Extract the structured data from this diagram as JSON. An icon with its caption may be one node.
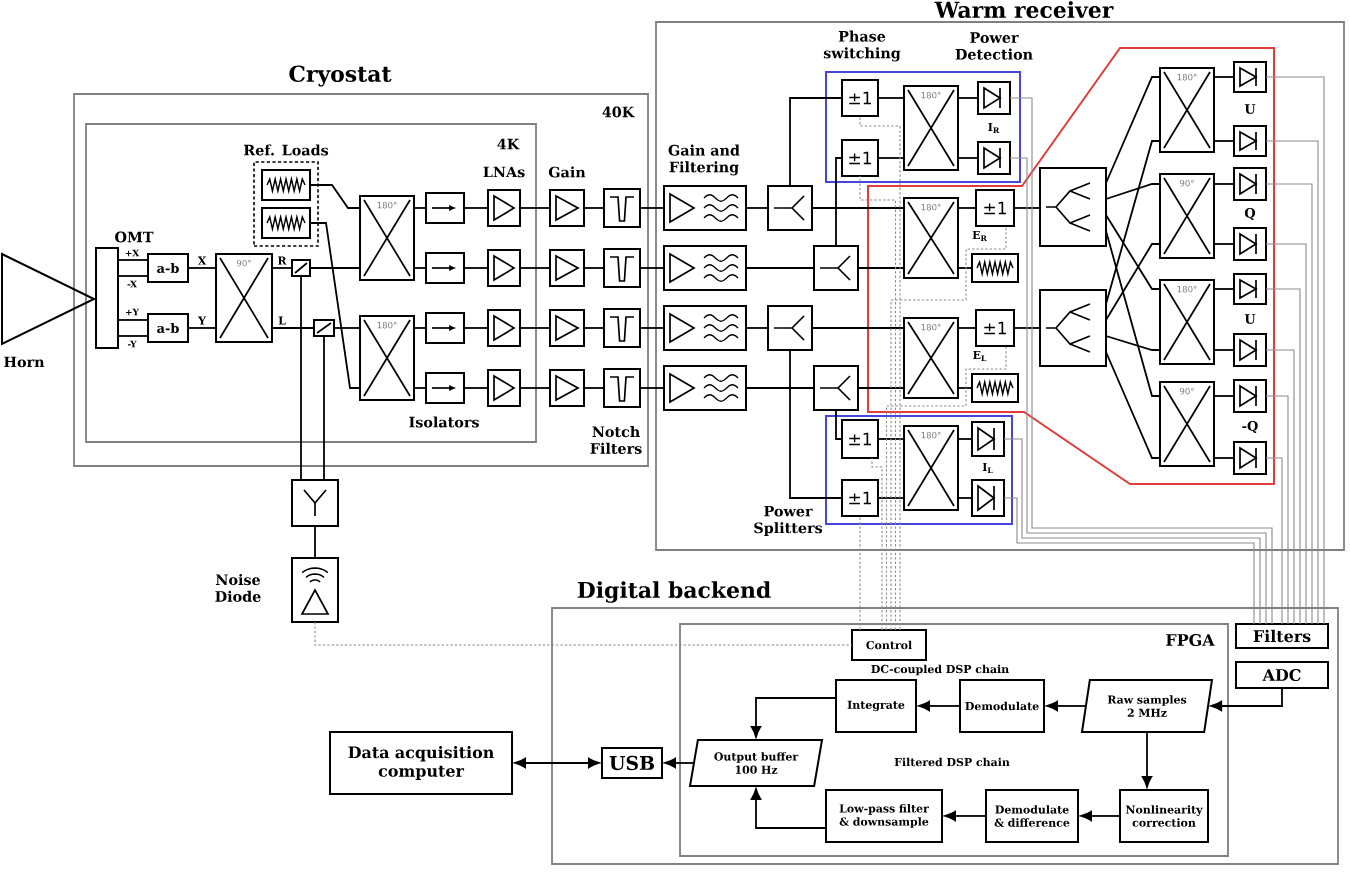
{
  "diagram": {
    "nodes": [
      {
        "text": [
          "Cryostat",
          "40K"
        ]
      },
      {
        "text": [
          "4K"
        ],
        "in": 0
      },
      {
        "text": [],
        "shape": "triangle",
        "beside": [
          "Horn"
        ]
      },
      {
        "text": [
          "OMT"
        ],
        "in": 1
      },
      {
        "text": [
          "a-b"
        ],
        "in": 1
      },
      {
        "text": [
          "a-b"
        ],
        "in": 1
      },
      {
        "text": [
          "90°"
        ],
        "in": 1
      },
      {
        "text": [
          "Ref. Loads"
        ],
        "in": 1
      },
      {
        "text": [],
        "shape": "box",
        "in": 7
      },
      {
        "text": [],
        "shape": "box",
        "in": 7
      },
      {
        "text": [],
        "shape": "box",
        "in": 1
      },
      {
        "text": [],
        "shape": "box",
        "in": 1
      },
      {
        "text": [
          "180°"
        ],
        "in": 1
      },
      {
        "text": [
          "180°"
        ],
        "in": 1
      },
      {
        "text": [],
        "shape": "box",
        "in": 1
      },
      {
        "text": [],
        "shape": "box",
        "in": 1
      },
      {
        "text": [],
        "shape": "box",
        "in": 1
      },
      {
        "text": [],
        "shape": "box",
        "in": 1
      },
      {
        "text": [],
        "shape": "box",
        "in": 1
      },
      {
        "text": [],
        "shape": "box",
        "in": 1
      },
      {
        "text": [],
        "shape": "box",
        "in": 1
      },
      {
        "text": [],
        "shape": "box",
        "in": 1
      },
      {
        "text": [],
        "shape": "box",
        "in": 0
      },
      {
        "text": [],
        "shape": "box",
        "in": 0
      },
      {
        "text": [],
        "shape": "box",
        "in": 0
      },
      {
        "text": [],
        "shape": "box",
        "in": 0
      },
      {
        "text": [],
        "shape": "box",
        "in": 0
      },
      {
        "text": [],
        "shape": "box",
        "in": 0
      },
      {
        "text": [],
        "shape": "box",
        "in": 0
      },
      {
        "text": [],
        "shape": "box",
        "in": 0
      },
      {
        "text": [
          "Warm receiver"
        ]
      },
      {
        "text": [],
        "shape": "box",
        "in": 30
      },
      {
        "text": [],
        "shape": "box",
        "in": 30
      },
      {
        "text": [],
        "shape": "box",
        "in": 30
      },
      {
        "text": [],
        "shape": "box",
        "in": 30
      },
      {
        "text": [],
        "shape": "box",
        "in": 30
      },
      {
        "text": [],
        "shape": "box",
        "in": 30
      },
      {
        "text": [],
        "shape": "box",
        "in": 30
      },
      {
        "text": [],
        "shape": "box",
        "in": 30
      },
      {
        "text": [],
        "shape": "box",
        "in": 30
      },
      {
        "text": [
          "±1"
        ],
        "in": 39
      },
      {
        "text": [
          "±1"
        ],
        "in": 39
      },
      {
        "text": [
          "180°"
        ],
        "in": 39
      },
      {
        "text": [],
        "shape": "box",
        "in": 39
      },
      {
        "text": [],
        "shape": "box",
        "in": 39
      },
      {
        "text": [],
        "shape": "polygon",
        "in": 30
      },
      {
        "text": [
          "180°"
        ],
        "in": 45
      },
      {
        "text": [
          "±1"
        ],
        "in": 45
      },
      {
        "text": [],
        "shape": "box",
        "in": 45
      },
      {
        "text": [
          "180°"
        ],
        "in": 45
      },
      {
        "text": [
          "±1"
        ],
        "in": 45
      },
      {
        "text": [],
        "shape": "box",
        "in": 45
      },
      {
        "text": [],
        "shape": "box",
        "in": 45
      },
      {
        "text": [],
        "shape": "box",
        "in": 45
      },
      {
        "text": [
          "180°"
        ],
        "in": 45
      },
      {
        "text": [
          "90°"
        ],
        "in": 45
      },
      {
        "text": [
          "180°"
        ],
        "in": 45
      },
      {
        "text": [
          "90°"
        ],
        "in": 45
      },
      {
        "text": [],
        "shape": "box",
        "in": 45
      },
      {
        "text": [],
        "shape": "box",
        "in": 45
      },
      {
        "text": [],
        "shape": "box",
        "in": 45
      },
      {
        "text": [],
        "shape": "box",
        "in": 45
      },
      {
        "text": [],
        "shape": "box",
        "in": 45
      },
      {
        "text": [],
        "shape": "box",
        "in": 45
      },
      {
        "text": [],
        "shape": "box",
        "in": 45
      },
      {
        "text": [],
        "shape": "box",
        "in": 45
      },
      {
        "text": [],
        "shape": "box",
        "in": 30
      },
      {
        "text": [
          "±1"
        ],
        "in": 66
      },
      {
        "text": [
          "±1"
        ],
        "in": 66
      },
      {
        "text": [
          "180°"
        ],
        "in": 66
      },
      {
        "text": [],
        "shape": "box",
        "in": 66
      },
      {
        "text": [],
        "shape": "box",
        "in": 66
      },
      {
        "text": [],
        "shape": "box"
      },
      {
        "text": [],
        "shape": "box",
        "beside": [
          "Noise Diode"
        ]
      },
      {
        "text": [
          "Digital backend"
        ]
      },
      {
        "text": [
          "FPGA"
        ],
        "in": 74
      },
      {
        "text": [
          "Control"
        ],
        "in": 75
      },
      {
        "text": [
          "Integrate"
        ],
        "in": 75
      },
      {
        "text": [
          "Demodulate"
        ],
        "in": 75
      },
      {
        "text": [
          "Raw samples 2 MHz"
        ],
        "in": 75
      },
      {
        "text": [
          "Output buffer 100 Hz"
        ],
        "in": 75
      },
      {
        "text": [
          "Low-pass filter & downsample"
        ],
        "in": 75
      },
      {
        "text": [
          "Demodulate & difference"
        ],
        "in": 75
      },
      {
        "text": [
          "Nonlinearity correction"
        ],
        "in": 75
      },
      {
        "text": [
          "Filters"
        ],
        "in": 74
      },
      {
        "text": [
          "ADC"
        ],
        "in": 74
      },
      {
        "text": [
          "USB"
        ],
        "in": 74
      },
      {
        "text": [
          "Data acquisition computer"
        ]
      }
    ],
    "edges": [
      {
        "from": 3,
        "to": 4,
        "arrow": "none"
      },
      {
        "from": 3,
        "to": 4,
        "arrow": "none"
      },
      {
        "from": 3,
        "to": 5,
        "arrow": "none"
      },
      {
        "from": 3,
        "to": 5,
        "arrow": "none"
      },
      {
        "from": 4,
        "to": 6,
        "arrow": "none",
        "label": "X"
      },
      {
        "from": 5,
        "to": 6,
        "arrow": "none",
        "label": "Y"
      },
      {
        "from": 6,
        "to": 10,
        "arrow": "none",
        "label": "R"
      },
      {
        "from": 6,
        "to": 11,
        "arrow": "none",
        "label": "L"
      },
      {
        "from": 10,
        "to": 12,
        "arrow": "none"
      },
      {
        "from": 11,
        "to": 13,
        "arrow": "none"
      },
      {
        "from": 8,
        "to": 12,
        "arrow": "none"
      },
      {
        "from": 9,
        "to": 13,
        "arrow": "none"
      },
      {
        "from": 12,
        "to": 14,
        "arrow": "none"
      },
      {
        "from": 12,
        "to": 15,
        "arrow": "none"
      },
      {
        "from": 13,
        "to": 16,
        "arrow": "none"
      },
      {
        "from": 13,
        "to": 17,
        "arrow": "none"
      },
      {
        "from": 14,
        "to": 18,
        "arrow": "none"
      },
      {
        "from": 15,
        "to": 19,
        "arrow": "none"
      },
      {
        "from": 16,
        "to": 20,
        "arrow": "none"
      },
      {
        "from": 17,
        "to": 21,
        "arrow": "none"
      },
      {
        "from": 18,
        "to": 22,
        "arrow": "none"
      },
      {
        "from": 19,
        "to": 23,
        "arrow": "none"
      },
      {
        "from": 20,
        "to": 24,
        "arrow": "none"
      },
      {
        "from": 21,
        "to": 25,
        "arrow": "none"
      },
      {
        "from": 22,
        "to": 26,
        "arrow": "none"
      },
      {
        "from": 23,
        "to": 27,
        "arrow": "none"
      },
      {
        "from": 24,
        "to": 28,
        "arrow": "none"
      },
      {
        "from": 25,
        "to": 29,
        "arrow": "none"
      },
      {
        "from": 26,
        "to": 31,
        "arrow": "none"
      },
      {
        "from": 27,
        "to": 32,
        "arrow": "none"
      },
      {
        "from": 28,
        "to": 33,
        "arrow": "none"
      },
      {
        "from": 29,
        "to": 34,
        "arrow": "none"
      },
      {
        "from": 31,
        "to": 35,
        "arrow": "none"
      },
      {
        "from": 32,
        "to": 36,
        "arrow": "none"
      },
      {
        "from": 33,
        "to": 37,
        "arrow": "none"
      },
      {
        "from": 34,
        "to": 38,
        "arrow": "none"
      },
      {
        "from": 10,
        "to": 72,
        "arrow": "none"
      },
      {
        "from": 11,
        "to": 72,
        "arrow": "none"
      },
      {
        "from": 72,
        "to": 73,
        "arrow": "none"
      },
      {
        "from": 35,
        "to": 40,
        "arrow": "none"
      },
      {
        "from": 35,
        "to": 46,
        "arrow": "none"
      },
      {
        "from": 36,
        "to": 41,
        "arrow": "none"
      },
      {
        "from": 36,
        "to": 46,
        "arrow": "none"
      },
      {
        "from": 37,
        "to": 49,
        "arrow": "none"
      },
      {
        "from": 37,
        "to": 68,
        "arrow": "none"
      },
      {
        "from": 38,
        "to": 49,
        "arrow": "none"
      },
      {
        "from": 38,
        "to": 67,
        "arrow": "none"
      },
      {
        "from": 40,
        "to": 42,
        "arrow": "none"
      },
      {
        "from": 41,
        "to": 42,
        "arrow": "none"
      },
      {
        "from": 42,
        "to": 43,
        "arrow": "none"
      },
      {
        "from": 42,
        "to": 44,
        "arrow": "none"
      },
      {
        "from": 46,
        "to": 47,
        "arrow": "none"
      },
      {
        "from": 46,
        "to": 48,
        "arrow": "none"
      },
      {
        "from": 47,
        "to": 52,
        "arrow": "none"
      },
      {
        "from": 49,
        "to": 50,
        "arrow": "none"
      },
      {
        "from": 49,
        "to": 51,
        "arrow": "none"
      },
      {
        "from": 50,
        "to": 53,
        "arrow": "none"
      },
      {
        "from": 52,
        "to": 54,
        "arrow": "none"
      },
      {
        "from": 52,
        "to": 55,
        "arrow": "none"
      },
      {
        "from": 52,
        "to": 56,
        "arrow": "none"
      },
      {
        "from": 52,
        "to": 57,
        "arrow": "none"
      },
      {
        "from": 53,
        "to": 54,
        "arrow": "none"
      },
      {
        "from": 53,
        "to": 55,
        "arrow": "none"
      },
      {
        "from": 53,
        "to": 56,
        "arrow": "none"
      },
      {
        "from": 53,
        "to": 57,
        "arrow": "none"
      },
      {
        "from": 54,
        "to": 58,
        "arrow": "none"
      },
      {
        "from": 54,
        "to": 59,
        "arrow": "none"
      },
      {
        "from": 55,
        "to": 60,
        "arrow": "none"
      },
      {
        "from": 55,
        "to": 61,
        "arrow": "none"
      },
      {
        "from": 56,
        "to": 62,
        "arrow": "none"
      },
      {
        "from": 56,
        "to": 63,
        "arrow": "none"
      },
      {
        "from": 57,
        "to": 64,
        "arrow": "none"
      },
      {
        "from": 57,
        "to": 65,
        "arrow": "none"
      },
      {
        "from": 67,
        "to": 69,
        "arrow": "none"
      },
      {
        "from": 68,
        "to": 69,
        "arrow": "none"
      },
      {
        "from": 69,
        "to": 70,
        "arrow": "none"
      },
      {
        "from": 69,
        "to": 71,
        "arrow": "none"
      },
      {
        "from": 87,
        "to": 86,
        "arrow": "both"
      },
      {
        "from": 80,
        "to": 86,
        "arrow": "to"
      },
      {
        "from": 85,
        "to": 79,
        "arrow": "to"
      },
      {
        "from": 79,
        "to": 78,
        "arrow": "to"
      },
      {
        "from": 78,
        "to": 77,
        "arrow": "to"
      },
      {
        "from": 77,
        "to": 80,
        "arrow": "to"
      },
      {
        "from": 79,
        "to": 83,
        "arrow": "to"
      },
      {
        "from": 83,
        "to": 82,
        "arrow": "to"
      },
      {
        "from": 82,
        "to": 81,
        "arrow": "to"
      },
      {
        "from": 81,
        "to": 80,
        "arrow": "to"
      },
      {
        "from": 73,
        "to": 76,
        "arrow": "none",
        "style": "dashed",
        "color": "#8c8c8c"
      },
      {
        "from": 76,
        "to": 40,
        "arrow": "none",
        "style": "dashed",
        "color": "#8c8c8c"
      },
      {
        "from": 76,
        "to": 41,
        "arrow": "none",
        "style": "dashed",
        "color": "#8c8c8c"
      },
      {
        "from": 76,
        "to": 47,
        "arrow": "none",
        "style": "dashed",
        "color": "#8c8c8c"
      },
      {
        "from": 76,
        "to": 50,
        "arrow": "none",
        "style": "dashed",
        "color": "#8c8c8c"
      },
      {
        "from": 76,
        "to": 67,
        "arrow": "none",
        "style": "dashed",
        "color": "#8c8c8c"
      },
      {
        "from": 76,
        "to": 68,
        "arrow": "none",
        "style": "dashed",
        "color": "#8c8c8c"
      },
      {
        "from": 43,
        "to": 84,
        "arrow": "none",
        "color": "#8c8c8c"
      },
      {
        "from": 44,
        "to": 84,
        "arrow": "none",
        "color": "#8c8c8c"
      },
      {
        "from": 58,
        "to": 84,
        "arrow": "none",
        "color": "#8c8c8c"
      },
      {
        "from": 59,
        "to": 84,
        "arrow": "none",
        "color": "#8c8c8c"
      },
      {
        "from": 60,
        "to": 84,
        "arrow": "none",
        "color": "#8c8c8c"
      },
      {
        "from": 61,
        "to": 84,
        "arrow": "none",
        "color": "#8c8c8c"
      },
      {
        "from": 62,
        "to": 84,
        "arrow": "none",
        "color": "#8c8c8c"
      },
      {
        "from": 63,
        "to": 84,
        "arrow": "none",
        "color": "#8c8c8c"
      },
      {
        "from": 64,
        "to": 84,
        "arrow": "none",
        "color": "#8c8c8c"
      },
      {
        "from": 65,
        "to": 84,
        "arrow": "none",
        "color": "#8c8c8c"
      },
      {
        "from": 70,
        "to": 84,
        "arrow": "none",
        "color": "#8c8c8c"
      },
      {
        "from": 71,
        "to": 84,
        "arrow": "none",
        "color": "#8c8c8c"
      }
    ],
    "labels": [
      "Phase switching",
      "Power Detection",
      "U",
      "I$_{R}$",
      "Gain and Filtering",
      "LNAs",
      "Gain",
      "Q",
      "E$_{R}$",
      "+X",
      "-X",
      "+Y",
      "-Y",
      "U",
      "E$_{L}$",
      "Isolators",
      "-Q",
      "Notch Filters",
      "I$_{L}$",
      "Power Splitters",
      "DC-coupled DSP chain",
      "Filtered DSP chain"
    ]
  }
}
